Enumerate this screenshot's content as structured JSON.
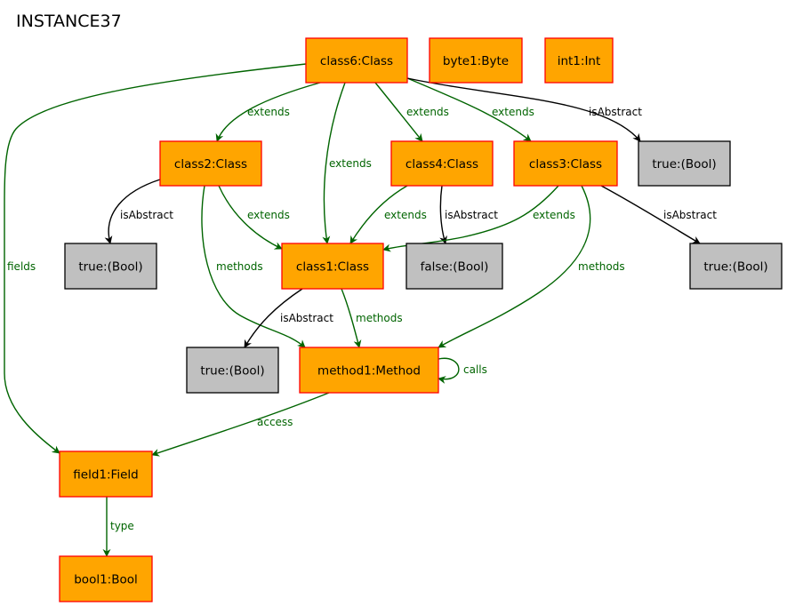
{
  "title": "INSTANCE37",
  "colors": {
    "object_fill": "#ffa500",
    "object_stroke": "#ff0000",
    "value_fill": "#c0c0c0",
    "value_stroke": "#000000",
    "green_edge": "#006400",
    "black_edge": "#000000"
  },
  "nodes": {
    "class6": {
      "label": "class6:Class",
      "kind": "object"
    },
    "byte1": {
      "label": "byte1:Byte",
      "kind": "object"
    },
    "int1": {
      "label": "int1:Int",
      "kind": "object"
    },
    "class2": {
      "label": "class2:Class",
      "kind": "object"
    },
    "class4": {
      "label": "class4:Class",
      "kind": "object"
    },
    "class3": {
      "label": "class3:Class",
      "kind": "object"
    },
    "true_top_right": {
      "label": "true:(Bool)",
      "kind": "value"
    },
    "true_left": {
      "label": "true:(Bool)",
      "kind": "value"
    },
    "class1": {
      "label": "class1:Class",
      "kind": "object"
    },
    "false_mid": {
      "label": "false:(Bool)",
      "kind": "value"
    },
    "true_right": {
      "label": "true:(Bool)",
      "kind": "value"
    },
    "true_bottom": {
      "label": "true:(Bool)",
      "kind": "value"
    },
    "method1": {
      "label": "method1:Method",
      "kind": "object"
    },
    "field1": {
      "label": "field1:Field",
      "kind": "object"
    },
    "bool1": {
      "label": "bool1:Bool",
      "kind": "object"
    }
  },
  "edges": [
    {
      "id": "class6-class2-extends",
      "from": "class6",
      "to": "class2",
      "label": "extends",
      "color": "green"
    },
    {
      "id": "class6-class1-extends",
      "from": "class6",
      "to": "class1",
      "label": "extends",
      "color": "green"
    },
    {
      "id": "class6-class4-extends",
      "from": "class6",
      "to": "class4",
      "label": "extends",
      "color": "green"
    },
    {
      "id": "class6-class3-extends",
      "from": "class6",
      "to": "class3",
      "label": "extends",
      "color": "green"
    },
    {
      "id": "class6-true-isabstract",
      "from": "class6",
      "to": "true_top_right",
      "label": "isAbstract",
      "color": "black"
    },
    {
      "id": "class6-field1-fields",
      "from": "class6",
      "to": "field1",
      "label": "fields",
      "color": "green"
    },
    {
      "id": "class2-true-isabstract",
      "from": "class2",
      "to": "true_left",
      "label": "isAbstract",
      "color": "black"
    },
    {
      "id": "class2-class1-extends",
      "from": "class2",
      "to": "class1",
      "label": "extends",
      "color": "green"
    },
    {
      "id": "class2-method1-methods",
      "from": "class2",
      "to": "method1",
      "label": "methods",
      "color": "green"
    },
    {
      "id": "class4-class1-extends",
      "from": "class4",
      "to": "class1",
      "label": "extends",
      "color": "green"
    },
    {
      "id": "class4-false-isabstract",
      "from": "class4",
      "to": "false_mid",
      "label": "isAbstract",
      "color": "black"
    },
    {
      "id": "class3-class1-extends",
      "from": "class3",
      "to": "class1",
      "label": "extends",
      "color": "green"
    },
    {
      "id": "class3-true-isabstract",
      "from": "class3",
      "to": "true_right",
      "label": "isAbstract",
      "color": "black"
    },
    {
      "id": "class3-method1-methods",
      "from": "class3",
      "to": "method1",
      "label": "methods",
      "color": "green"
    },
    {
      "id": "class1-true-isabstract",
      "from": "class1",
      "to": "true_bottom",
      "label": "isAbstract",
      "color": "black"
    },
    {
      "id": "class1-method1-methods",
      "from": "class1",
      "to": "method1",
      "label": "methods",
      "color": "green"
    },
    {
      "id": "method1-method1-calls",
      "from": "method1",
      "to": "method1",
      "label": "calls",
      "color": "green"
    },
    {
      "id": "method1-field1-access",
      "from": "method1",
      "to": "field1",
      "label": "access",
      "color": "green"
    },
    {
      "id": "field1-bool1-type",
      "from": "field1",
      "to": "bool1",
      "label": "type",
      "color": "green"
    }
  ]
}
